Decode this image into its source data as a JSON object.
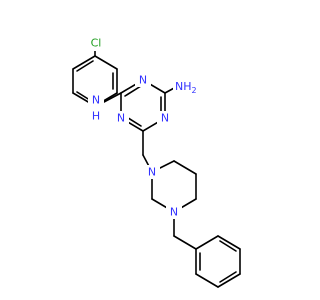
{
  "colors": {
    "bond": "#000000",
    "nitrogen": "#3333ff",
    "chlorine": "#1f9e1f",
    "background": "#ffffff"
  },
  "labels": {
    "chlorine": "Cl",
    "anilino_n": "N",
    "anilino_h": "H",
    "amine_nh2": "NH",
    "amine_sub": "2",
    "triazine_n": "N",
    "piperazine_n": "N"
  }
}
